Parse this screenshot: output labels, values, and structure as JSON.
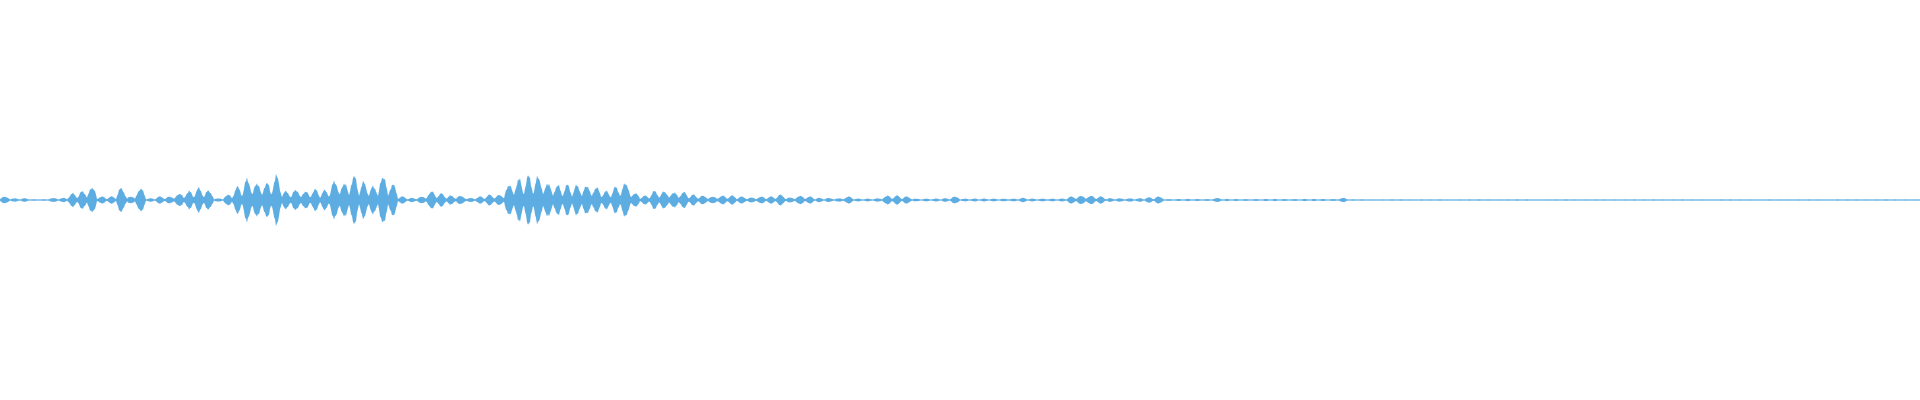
{
  "waveform": {
    "color": "#5dade2",
    "background": "#ffffff",
    "envelope": [
      0.02,
      0.01,
      0.01,
      0.005,
      0.005,
      0.012,
      0.012,
      0.037,
      0.05,
      0.074,
      0.02,
      0.02,
      0.067,
      0.02,
      0.067,
      0.01,
      0.02,
      0.02,
      0.037,
      0.05,
      0.067,
      0.055,
      0.01,
      0.03,
      0.074,
      0.12,
      0.1,
      0.1,
      0.135,
      0.05,
      0.06,
      0.05,
      0.06,
      0.055,
      0.11,
      0.1,
      0.135,
      0.1,
      0.08,
      0.14,
      0.09,
      0.02,
      0.012,
      0.02,
      0.05,
      0.037,
      0.025,
      0.025,
      0.012,
      0.02,
      0.03,
      0.03,
      0.09,
      0.12,
      0.135,
      0.135,
      0.1,
      0.085,
      0.085,
      0.085,
      0.085,
      0.074,
      0.05,
      0.074,
      0.1,
      0.04,
      0.025,
      0.05,
      0.05,
      0.045,
      0.045,
      0.03,
      0.025,
      0.02,
      0.025,
      0.025,
      0.02,
      0.015,
      0.02,
      0.02,
      0.03,
      0.015,
      0.025,
      0.02,
      0.012,
      0.012,
      0.01,
      0.02,
      0.008,
      0.008,
      0.01,
      0.025,
      0.025,
      0.02,
      0.008,
      0.008,
      0.008,
      0.01,
      0.02,
      0.008,
      0.008,
      0.008,
      0.008,
      0.008,
      0.008,
      0.012,
      0.008,
      0.008,
      0.008,
      0.008,
      0.02,
      0.025,
      0.025,
      0.02,
      0.01,
      0.01,
      0.01,
      0.01,
      0.015,
      0.02,
      0.006,
      0.006,
      0.006,
      0.006,
      0.006,
      0.012,
      0.006,
      0.006,
      0.006,
      0.006,
      0.006,
      0.006,
      0.006,
      0.006,
      0.006,
      0.006,
      0.006,
      0.006,
      0.012,
      0.004,
      0.004,
      0.004,
      0.004,
      0.004,
      0.004,
      0.004,
      0.004,
      0.004,
      0.004,
      0.004,
      0.004,
      0.004,
      0.004,
      0.004,
      0.004,
      0.004,
      0.004,
      0.004,
      0.004,
      0.004,
      0.004,
      0.004,
      0.004,
      0.004,
      0.004,
      0.004,
      0.004,
      0.004,
      0.004,
      0.004,
      0.004,
      0.004,
      0.004,
      0.004,
      0.004,
      0.004,
      0.004,
      0.004,
      0.004,
      0.004,
      0.004,
      0.004,
      0.004,
      0.004,
      0.004,
      0.004,
      0.004,
      0.004,
      0.004,
      0.004,
      0.004,
      0.004,
      0.004,
      0.004,
      0.004,
      0.004,
      0.004,
      0.004
    ]
  }
}
